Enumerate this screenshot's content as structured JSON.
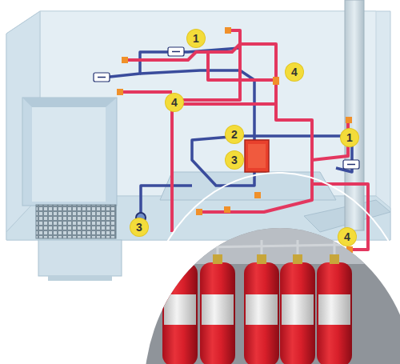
{
  "diagram": {
    "labels": [
      "1",
      "4",
      "4",
      "2",
      "3",
      "1",
      "3",
      "4"
    ]
  }
}
